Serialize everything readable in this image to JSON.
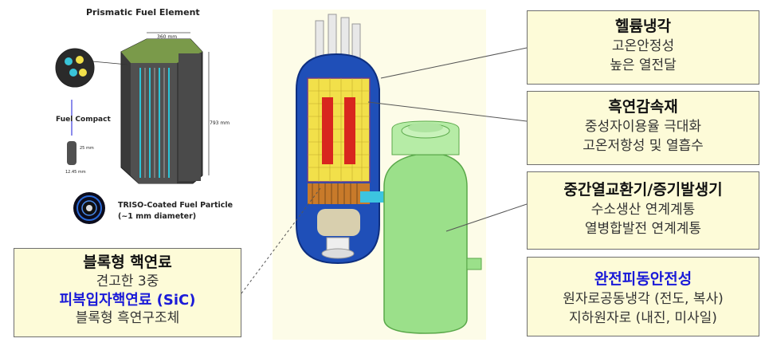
{
  "fuel_panel": {
    "title": "Prismatic Fuel Element",
    "dim_width": "360 mm",
    "dim_height": "793 mm",
    "compact_label": "Fuel Compact",
    "compact_dim_a": "25 mm",
    "compact_dim_b": "12.45 mm",
    "triso_label": "TRISO-Coated Fuel Particle",
    "triso_sub": "(~1 mm diameter)"
  },
  "boxes": {
    "helium": {
      "title": "헬륨냉각",
      "lines": [
        "고온안정성",
        "높은 열전달"
      ]
    },
    "graphite": {
      "title": "흑연감속재",
      "lines": [
        "중성자이용율 극대화",
        "고온저항성 및 열흡수"
      ]
    },
    "ihx": {
      "title": "중간열교환기/증기발생기",
      "lines": [
        "수소생산 연계계통",
        "열병합발전 연계계통"
      ]
    },
    "safety": {
      "title": "완전피동안전성",
      "lines": [
        "원자로공동냉각 (전도, 복사)",
        "지하원자로 (내진, 미사일)"
      ]
    },
    "fuel": {
      "title": "블록형 핵연료",
      "line1": "견고한 3중",
      "highlight": "피복입자핵연료 (SiC)",
      "line3": "블록형 흑연구조체"
    }
  },
  "colors": {
    "box_bg": "#fdfbd8",
    "highlight_text": "#1a1ad8",
    "vessel_blue": "#1f4fb8",
    "core_yellow": "#f2e04a",
    "fuel_red": "#d8261e",
    "heat_exchanger_green": "#9be08a"
  }
}
